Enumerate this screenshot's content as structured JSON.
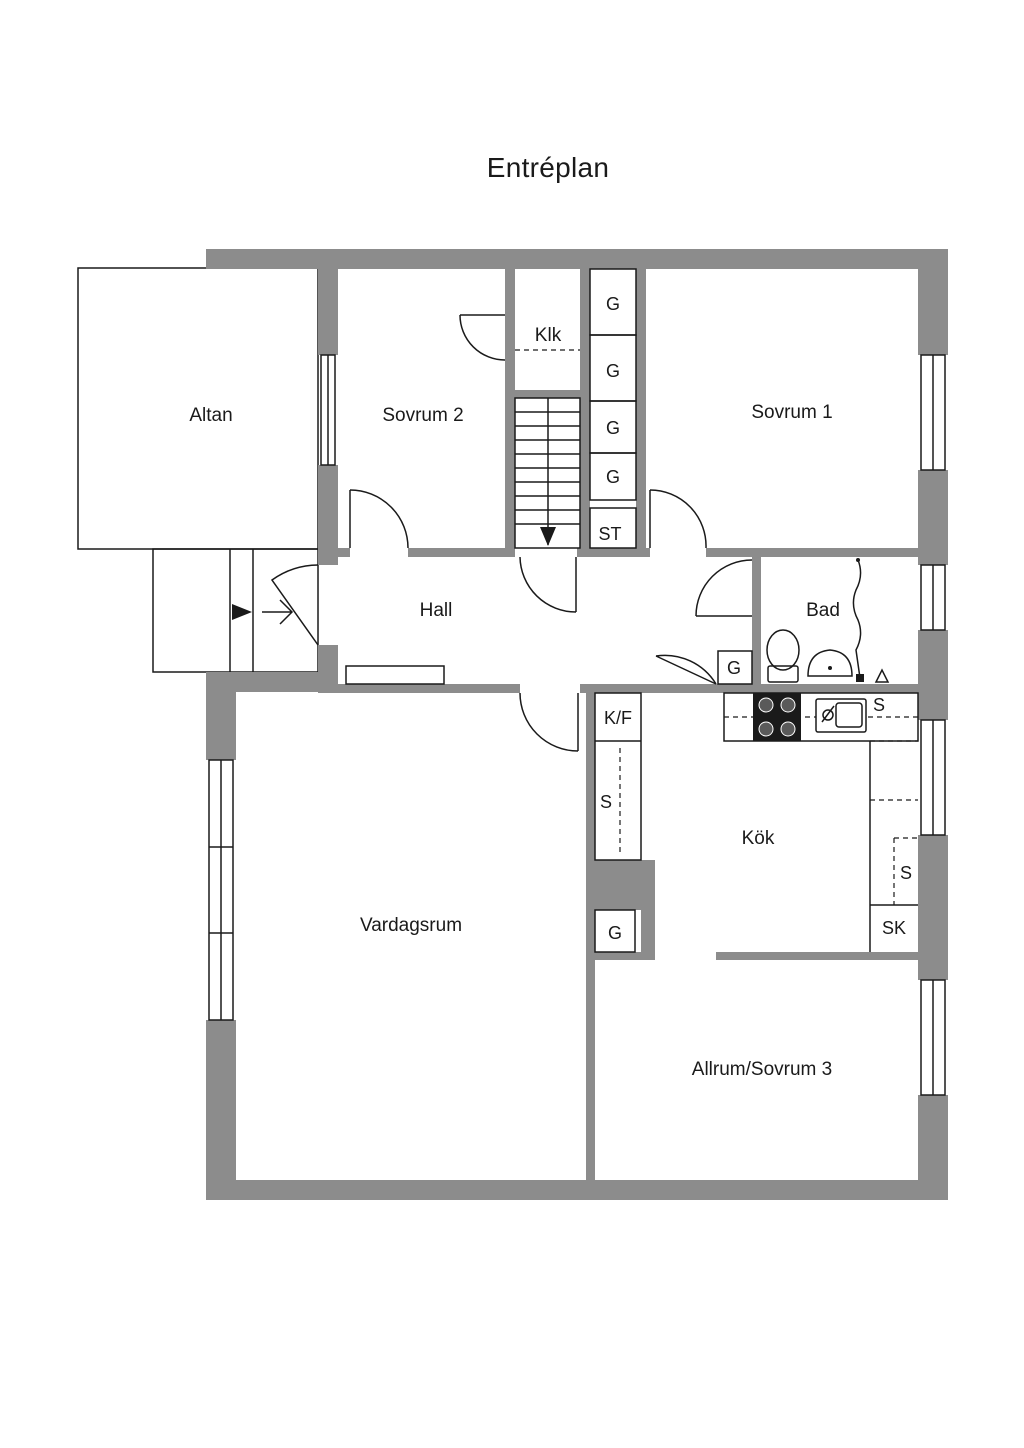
{
  "plan": {
    "title": "Entréplan",
    "rooms": {
      "altan": "Altan",
      "sovrum2": "Sovrum 2",
      "klk": "Klk",
      "sovrum1": "Sovrum 1",
      "hall": "Hall",
      "bad": "Bad",
      "kok": "Kök",
      "vardagsrum": "Vardagsrum",
      "allrum": "Allrum/Sovrum 3"
    },
    "storage": {
      "g1": "G",
      "g2": "G",
      "g3": "G",
      "g4": "G",
      "st": "ST",
      "g_hall": "G",
      "kf": "K/F",
      "s_left": "S",
      "s_sink": "S",
      "s_right": "S",
      "sk": "SK",
      "g_bottom": "G"
    }
  }
}
